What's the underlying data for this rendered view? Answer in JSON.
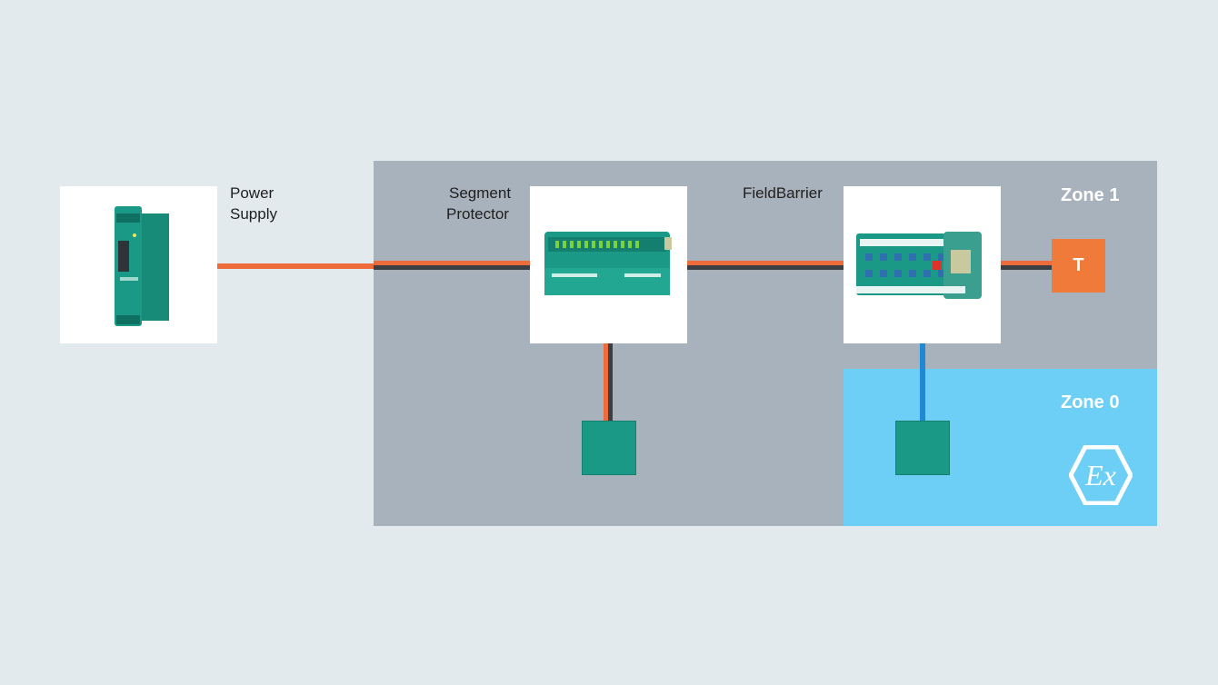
{
  "zones": {
    "zone1_label": "Zone 1",
    "zone0_label": "Zone 0"
  },
  "devices": {
    "power_supply": {
      "line1": "Power",
      "line2": "Supply"
    },
    "segment_protector": {
      "line1": "Segment",
      "line2": "Protector"
    },
    "field_barrier": {
      "label": "FieldBarrier"
    }
  },
  "terminator": {
    "label": "T"
  },
  "ex_symbol": {
    "label": "Ex"
  },
  "colors": {
    "background": "#e3eaed",
    "zone1": "#a8b2bc",
    "zone0": "#6dcff6",
    "cable_orange": "#ee6b3c",
    "cable_dark": "#3b3f43",
    "cable_blue": "#1f8ad3",
    "device_green": "#1a9a86",
    "terminator": "#f07a3a"
  },
  "icons": [
    "power-supply-device-icon",
    "segment-protector-device-icon",
    "fieldbarrier-device-icon",
    "field-device-icon",
    "ex-hazard-icon"
  ]
}
